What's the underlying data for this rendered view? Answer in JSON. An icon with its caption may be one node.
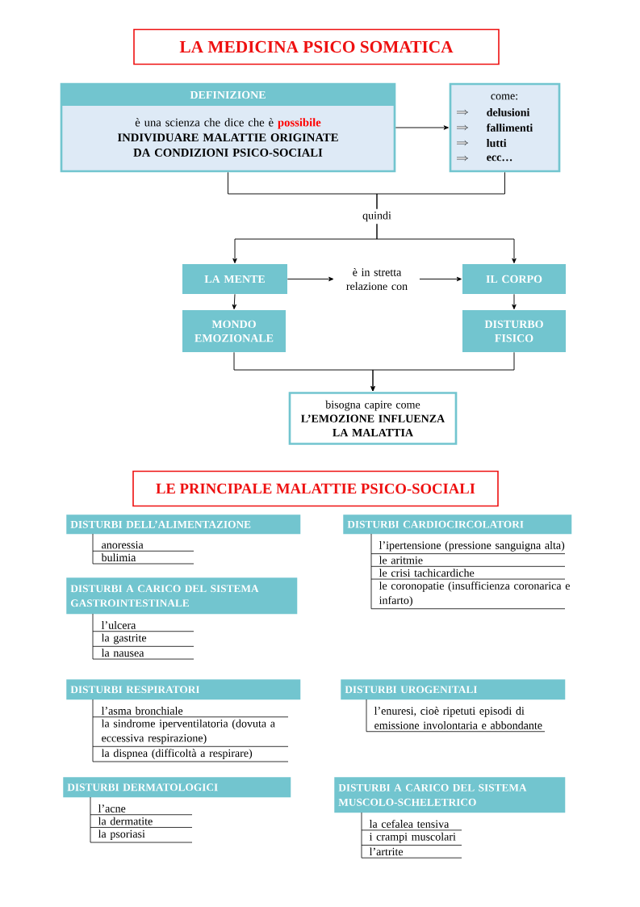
{
  "diagram": {
    "nodes": [
      {
        "text": [
          "LA MEDICINA PSICO SOMATICA"
        ]
      },
      {
        "text": [
          "DEFINIZIONE",
          "è una scienza che dice che è",
          "possibile",
          "INDIVIDUARE MALATTIE ORIGINATE DA CONDIZIONI PSICO-SOCIALI"
        ]
      },
      {
        "text": [
          "come:",
          "delusioni",
          "fallimenti",
          "lutti",
          "ecc…"
        ]
      },
      {
        "text": [
          "quindi"
        ]
      },
      {
        "text": [
          "LA MENTE"
        ]
      },
      {
        "text": [
          "è in stretta relazione con"
        ]
      },
      {
        "text": [
          "IL CORPO"
        ]
      },
      {
        "text": [
          "MONDO EMOZIONALE"
        ]
      },
      {
        "text": [
          "DISTURBO FISICO"
        ]
      },
      {
        "text": [
          "bisogna capire come",
          "L’EMOZIONE INFLUENZA LA MALATTIA"
        ]
      },
      {
        "text": [
          "LE PRINCIPALE MALATTIE PSICO-SOCIALI"
        ]
      },
      {
        "text": [
          "DISTURBI DELL’ALIMENTAZIONE"
        ],
        "beside": [
          "anoressia",
          "bulimia"
        ]
      },
      {
        "text": [
          "DISTURBI CARDIOCIRCOLATORI"
        ],
        "beside": [
          "l’ipertensione (pressione sanguigna alta)",
          "le aritmie",
          "le crisi tachicardiche",
          "le coronopatie (insufficienza coronarica e infarto)"
        ]
      },
      {
        "text": [
          "DISTURBI A CARICO DEL SISTEMA GASTROINTESTINALE"
        ],
        "beside": [
          "l’ulcera",
          "la gastrite",
          "la nausea"
        ]
      },
      {
        "text": [
          "DISTURBI RESPIRATORI"
        ],
        "beside": [
          "l’asma bronchiale",
          "la sindrome iperventilatoria (dovuta a eccessiva respirazione)",
          "la dispnea (difficoltà a respirare)"
        ]
      },
      {
        "text": [
          "DISTURBI UROGENITALI"
        ],
        "beside": [
          "l’enuresi, cioè ripetuti episodi di emissione involontaria e abbondante"
        ]
      },
      {
        "text": [
          "DISTURBI DERMATOLOGICI"
        ],
        "beside": [
          "l’acne",
          "la dermatite",
          "la psoriasi"
        ]
      },
      {
        "text": [
          "DISTURBI A CARICO DEL SISTEMA MUSCOLO-SCHELETRICO"
        ],
        "beside": [
          "la cefalea tensiva",
          "i crampi muscolari",
          "l’artrite"
        ]
      }
    ],
    "edges": [
      {
        "from": 1,
        "to": 2,
        "arrow": "to"
      },
      {
        "from": 1,
        "to": 3,
        "arrow": "none"
      },
      {
        "from": 2,
        "to": 3,
        "arrow": "none"
      },
      {
        "from": 3,
        "to": 4,
        "arrow": "to"
      },
      {
        "from": 3,
        "to": 6,
        "arrow": "to"
      },
      {
        "from": 4,
        "to": 5,
        "arrow": "to"
      },
      {
        "from": 5,
        "to": 6,
        "arrow": "to"
      },
      {
        "from": 4,
        "to": 7,
        "arrow": "to"
      },
      {
        "from": 6,
        "to": 8,
        "arrow": "to"
      },
      {
        "from": 7,
        "to": 9,
        "arrow": "to"
      },
      {
        "from": 8,
        "to": 9,
        "arrow": "to"
      }
    ]
  }
}
